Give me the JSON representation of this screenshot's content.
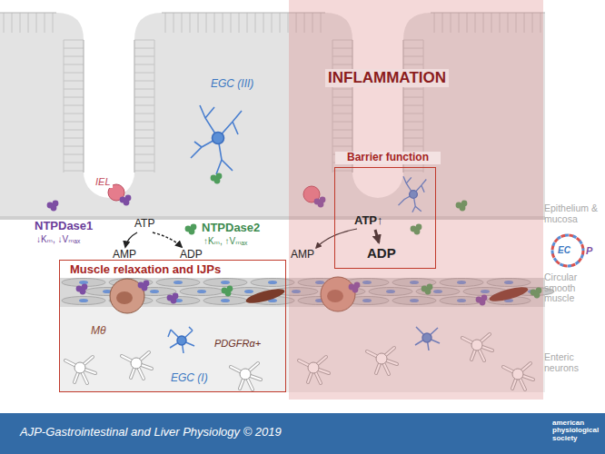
{
  "diagram": {
    "nodes": [
      {
        "text": [
          "INFLAMMATION"
        ]
      },
      {
        "text": [
          "Barrier function"
        ],
        "in": 0
      },
      {
        "text": [
          "Muscle relaxation and IJPs"
        ]
      },
      {
        "text": [
          "AJP-Gastrointestinal and Liver Physiology © 2019",
          "american physiological society"
        ]
      }
    ],
    "labels": [
      "EGC (III)",
      "IEL",
      "NTPDase1",
      "↓Kₘ, ↓Vₘₐₓ",
      "ATP",
      "NTPDase2",
      "↑Kₘ, ↑Vₘₐₓ",
      "AMP",
      "ADP",
      "ATP↑",
      "AMP",
      "ADP",
      "Epithelium & mucosa",
      "EC",
      "P",
      "Circular smooth muscle",
      "Mθ",
      "PDGFRα+",
      "EGC (I)",
      "Enteric neurons"
    ]
  }
}
